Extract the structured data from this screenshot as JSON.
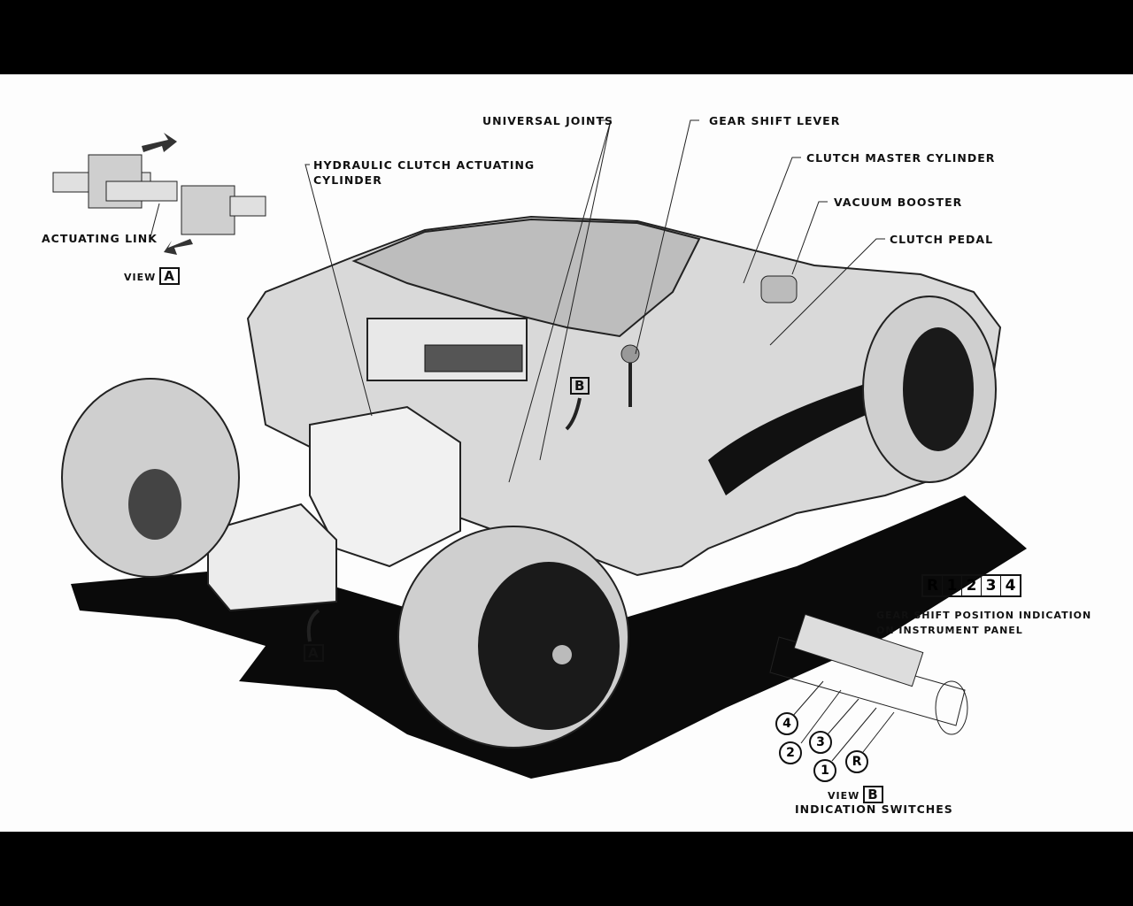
{
  "labels": {
    "universal_joints": "UNIVERSAL JOINTS",
    "gear_shift_lever": "GEAR SHIFT LEVER",
    "clutch_master_cylinder": "CLUTCH MASTER CYLINDER",
    "hydraulic_clutch_line1": "HYDRAULIC CLUTCH ACTUATING",
    "hydraulic_clutch_line2": "CYLINDER",
    "vacuum_booster": "VACUUM BOOSTER",
    "clutch_pedal": "CLUTCH PEDAL",
    "actuating_link": "ACTUATING LINK",
    "view_word": "VIEW",
    "view_a_letter": "A",
    "view_b_letter": "B",
    "callout_a": "A",
    "callout_b": "B",
    "gear_indication_line1": "GEAR SHIFT POSITION INDICATION",
    "gear_indication_line2": "ON INSTRUMENT PANEL",
    "indication_switches": "INDICATION SWITCHES"
  },
  "gear_positions": [
    "R",
    "1",
    "2",
    "3",
    "4"
  ],
  "switch_numbers": {
    "four": "4",
    "two": "2",
    "three": "3",
    "one": "1",
    "r": "R"
  }
}
